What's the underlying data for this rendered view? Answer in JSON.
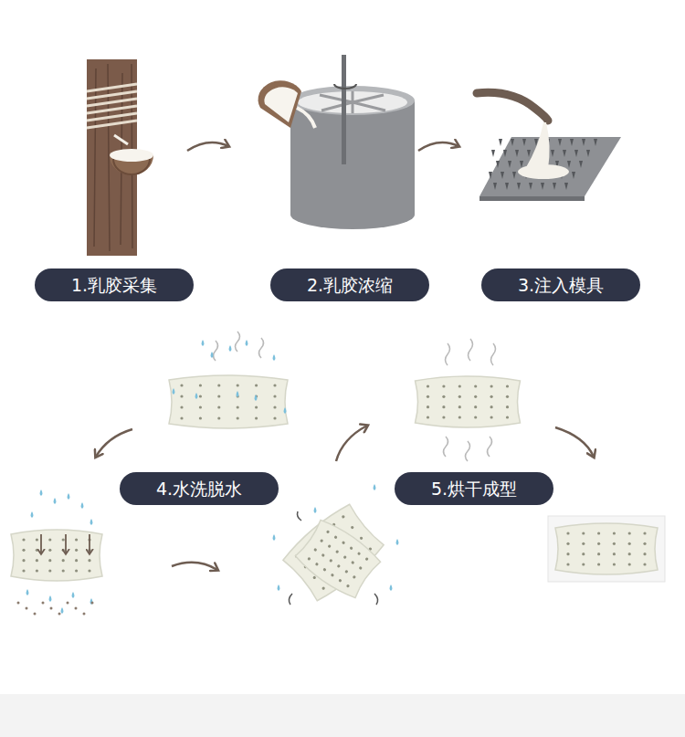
{
  "diagram": {
    "nodes": [
      {
        "text": [
          "1.乳胶采集"
        ]
      },
      {
        "text": [
          "2.乳胶浓缩"
        ]
      },
      {
        "text": [
          "3.注入模具"
        ]
      },
      {
        "text": [
          "4.水洗脱水"
        ]
      },
      {
        "text": [
          "5.烘干成型"
        ]
      }
    ]
  }
}
